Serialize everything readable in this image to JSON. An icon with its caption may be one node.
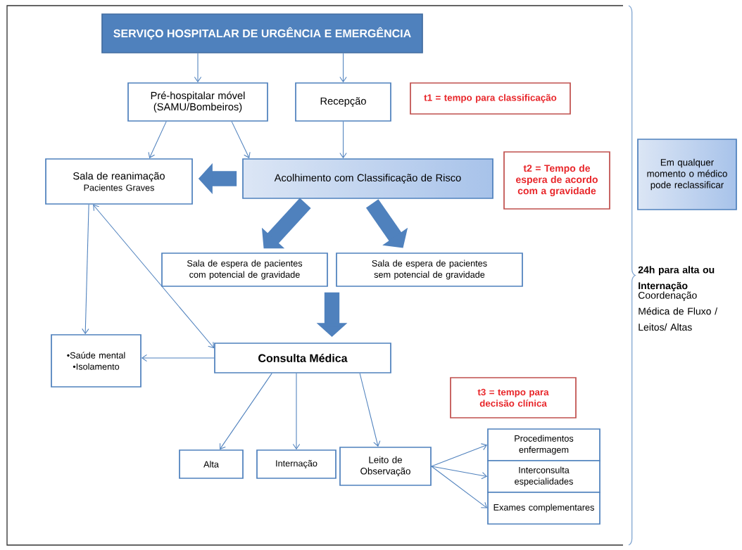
{
  "diagram": {
    "nodes": [
      {
        "text": [
          "SERVIÇO HOSPITALAR DE URGÊNCIA E EMERGÊNCIA"
        ]
      },
      {
        "text": [
          "Pré-hospitalar móvel (SAMU/Bombeiros)"
        ]
      },
      {
        "text": [
          "Recepção"
        ]
      },
      {
        "text": [
          "t1 = tempo para classificação"
        ]
      },
      {
        "text": [
          "Sala de reanimação",
          "Pacientes Graves"
        ]
      },
      {
        "text": [
          "Acolhimento com Classificação de Risco"
        ]
      },
      {
        "text": [
          "t2 = Tempo de espera de acordo com a gravidade"
        ]
      },
      {
        "text": [
          "Em qualquer momento o médico pode reclassificar"
        ]
      },
      {
        "text": [
          "Sala de espera de pacientes com potencial de gravidade"
        ]
      },
      {
        "text": [
          "Sala de espera de pacientes sem potencial de gravidade"
        ]
      },
      {
        "text": [
          "•Saúde mental",
          "•Isolamento"
        ]
      },
      {
        "text": [
          "Consulta Médica"
        ]
      },
      {
        "text": [
          "t3 = tempo para decisão clínica"
        ]
      },
      {
        "text": [
          "Alta"
        ]
      },
      {
        "text": [
          "Internação"
        ]
      },
      {
        "text": [
          "Leito de Observação"
        ]
      },
      {
        "text": [
          "Procedimentos enfermagem"
        ]
      },
      {
        "text": [
          "Interconsulta especialidades"
        ]
      },
      {
        "text": [
          "Exames complementares"
        ]
      }
    ],
    "edges": [
      {
        "from": 0,
        "to": 1,
        "arrow": "to"
      },
      {
        "from": 0,
        "to": 2,
        "arrow": "to"
      },
      {
        "from": 1,
        "to": 4,
        "arrow": "to"
      },
      {
        "from": 1,
        "to": 5,
        "arrow": "to"
      },
      {
        "from": 2,
        "to": 5,
        "arrow": "to"
      },
      {
        "from": 5,
        "to": 4,
        "arrow": "to",
        "style": "thick"
      },
      {
        "from": 5,
        "to": 8,
        "arrow": "to",
        "style": "thick"
      },
      {
        "from": 5,
        "to": 9,
        "arrow": "to",
        "style": "thick"
      },
      {
        "from": 8,
        "to": 11,
        "arrow": "to",
        "style": "thick"
      },
      {
        "from": 9,
        "to": 11,
        "arrow": "to",
        "style": "thick"
      },
      {
        "from": 4,
        "to": 10,
        "arrow": "to"
      },
      {
        "from": 4,
        "to": 11,
        "arrow": "both"
      },
      {
        "from": 11,
        "to": 10,
        "arrow": "to"
      },
      {
        "from": 11,
        "to": 13,
        "arrow": "to"
      },
      {
        "from": 11,
        "to": 14,
        "arrow": "to"
      },
      {
        "from": 11,
        "to": 15,
        "arrow": "to"
      },
      {
        "from": 15,
        "to": 16,
        "arrow": "to"
      },
      {
        "from": 15,
        "to": 17,
        "arrow": "to"
      },
      {
        "from": 15,
        "to": 18,
        "arrow": "to"
      }
    ],
    "labels": [
      "24h para alta ou Internação",
      "Coordenação Médica de Fluxo / Leitos/ Altas"
    ]
  }
}
